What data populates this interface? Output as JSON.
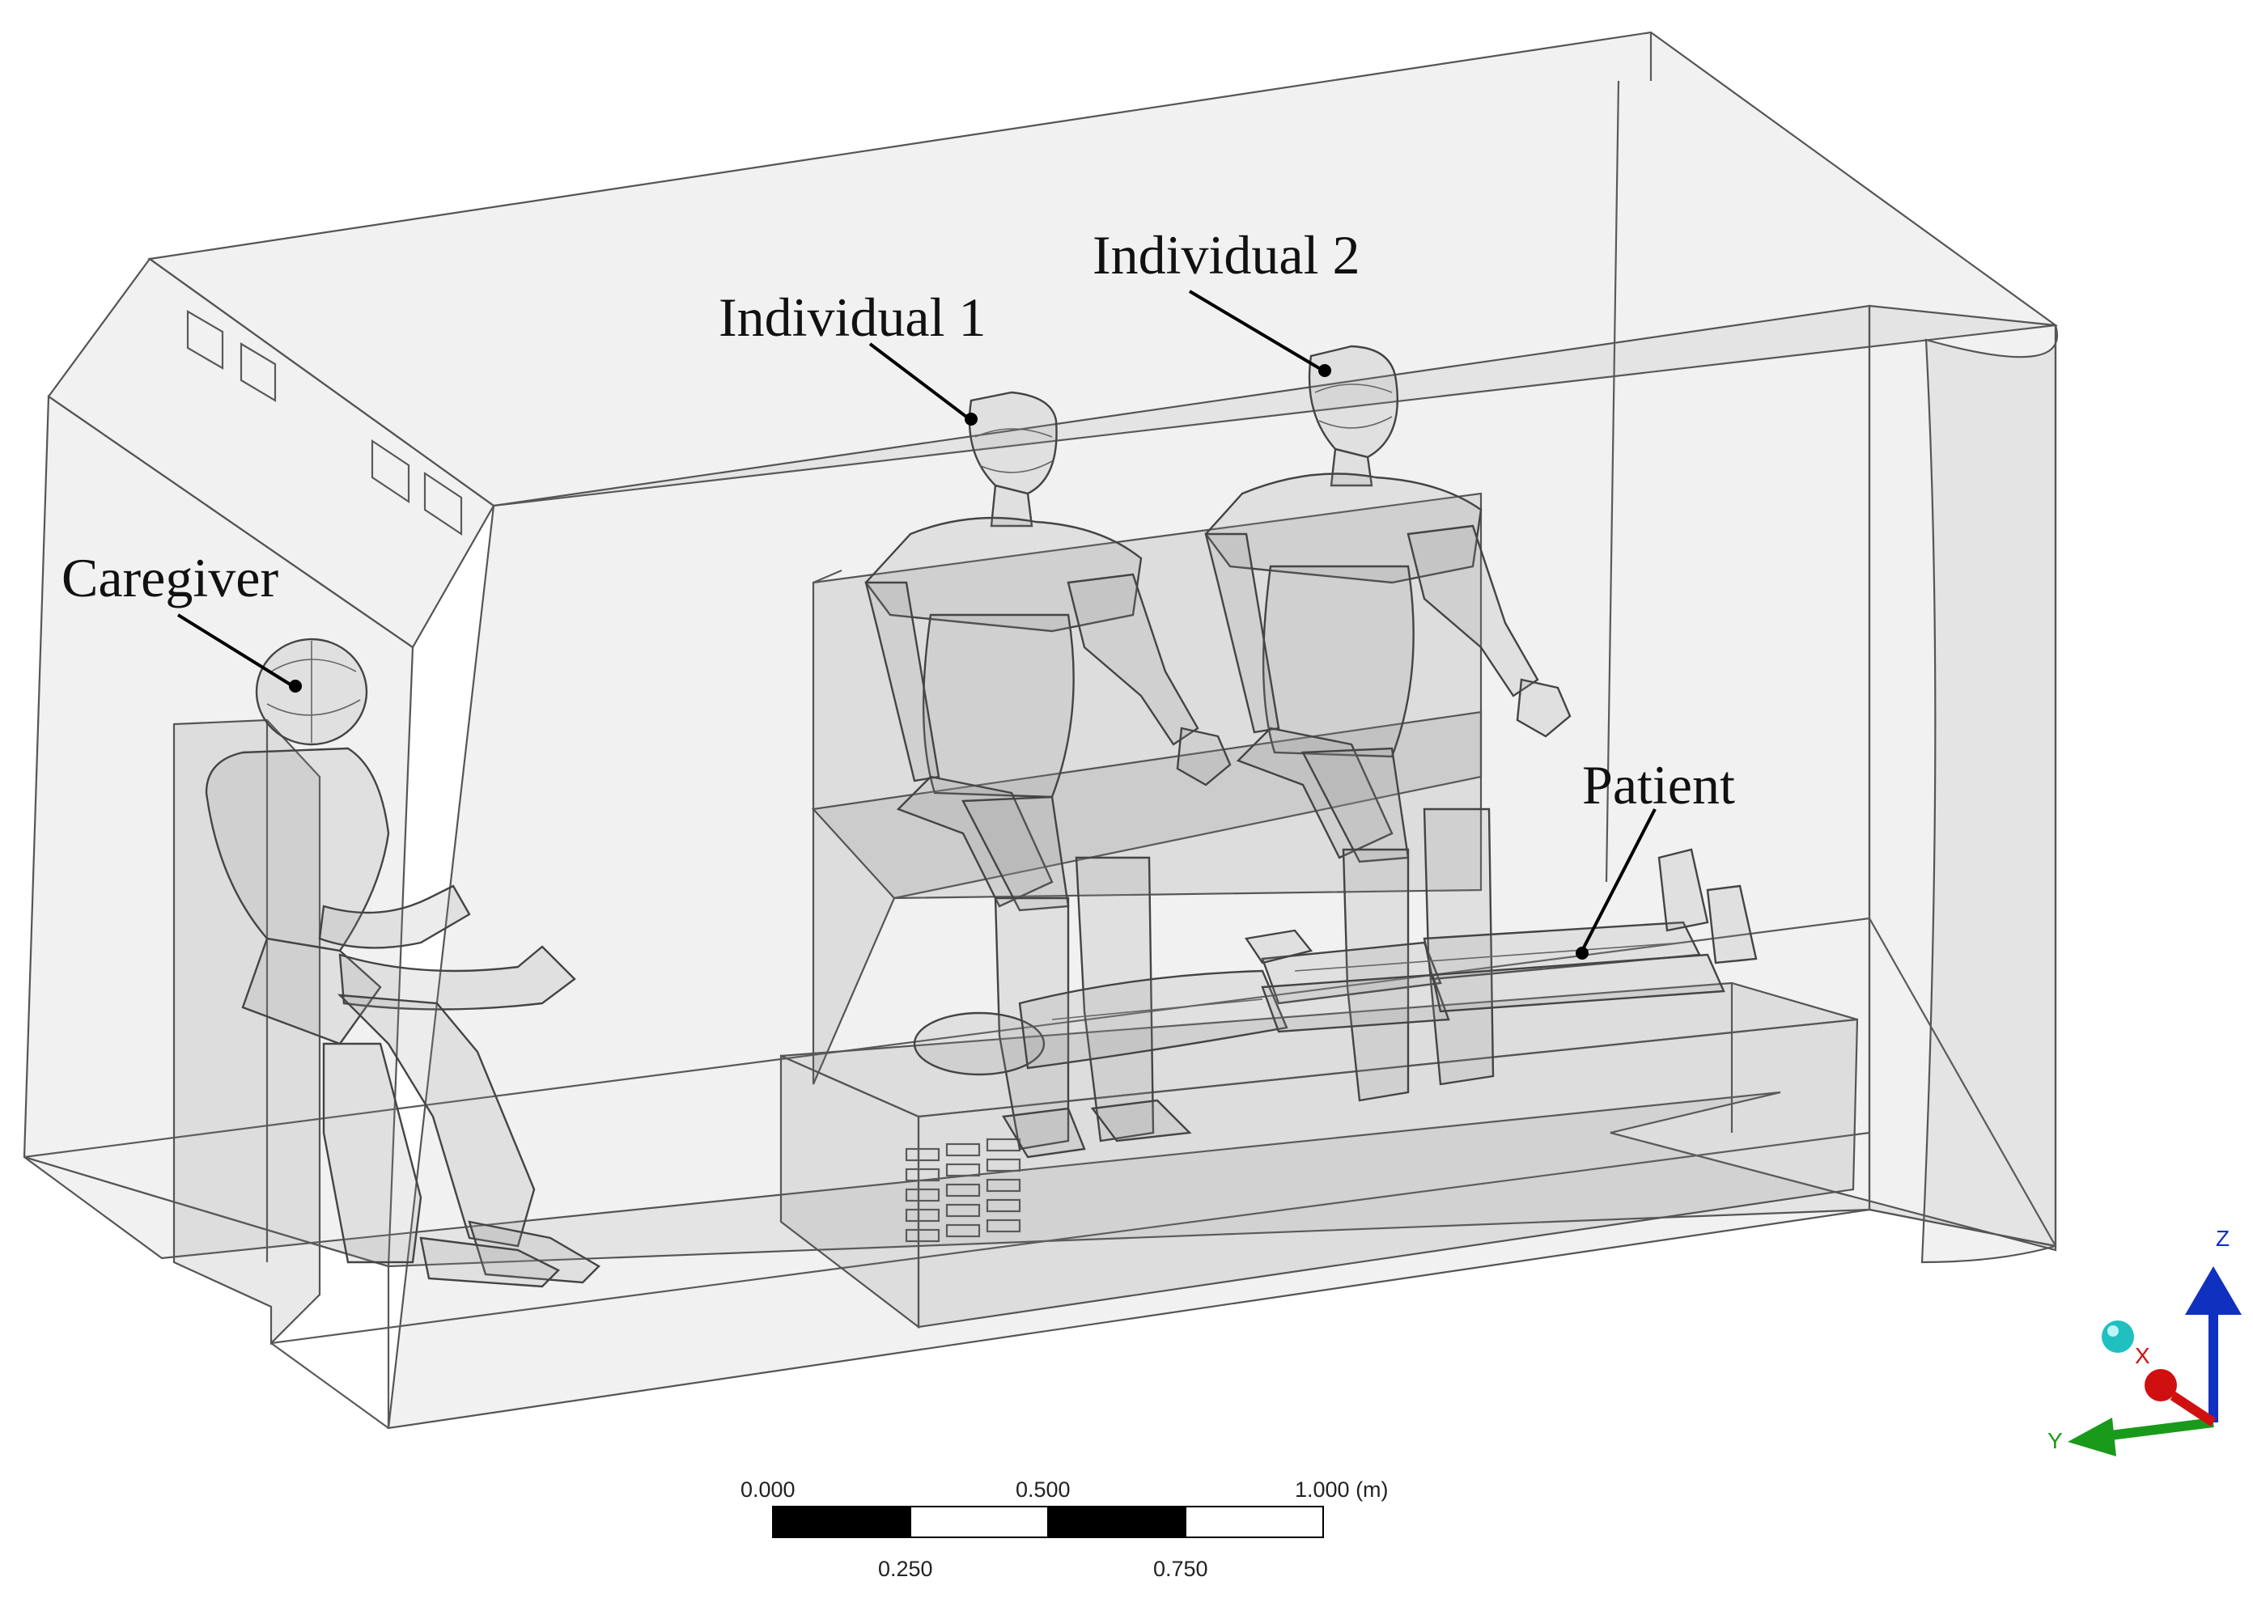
{
  "labels": {
    "caregiver": "Caregiver",
    "individual1": "Individual 1",
    "individual2": "Individual 2",
    "patient": "Patient"
  },
  "scale_bar": {
    "top_labels": [
      "0.000",
      "0.500",
      "1.000 (m)"
    ],
    "bottom_labels": [
      "0.250",
      "0.750"
    ]
  },
  "axes": {
    "x": "X",
    "y": "Y",
    "z": "Z",
    "colors": {
      "x": "#d01010",
      "y": "#1a9a1a",
      "z": "#1030c0",
      "origin": "#20c0c0"
    }
  }
}
